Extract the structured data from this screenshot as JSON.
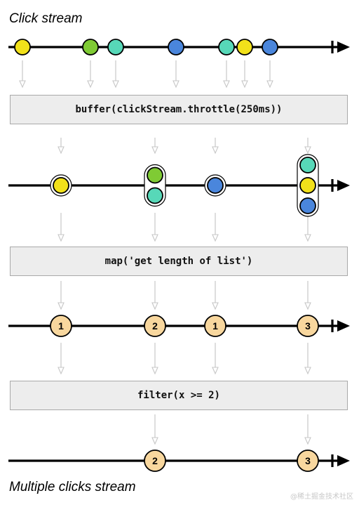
{
  "titles": {
    "top": "Click stream",
    "bottom": "Multiple clicks stream"
  },
  "operators": [
    "buffer(clickStream.throttle(250ms))",
    "map('get length of list')",
    "filter(x >= 2)"
  ],
  "watermark": "@稀土掘金技术社区",
  "colors": {
    "yellow": "#f2e11a",
    "green": "#7fcb34",
    "teal": "#57d8b8",
    "blue": "#4a86dc",
    "count": "#f8d79e",
    "arrow": "#c7c7c7",
    "line": "#000000"
  },
  "streams": {
    "clicks": [
      {
        "t": 32,
        "color": "yellow"
      },
      {
        "t": 129,
        "color": "green"
      },
      {
        "t": 165,
        "color": "teal"
      },
      {
        "t": 251,
        "color": "blue"
      },
      {
        "t": 323,
        "color": "teal"
      },
      {
        "t": 349,
        "color": "yellow"
      },
      {
        "t": 385,
        "color": "blue"
      }
    ],
    "buffered": [
      {
        "t": 87,
        "items": [
          "yellow"
        ]
      },
      {
        "t": 221,
        "items": [
          "green",
          "teal"
        ]
      },
      {
        "t": 307,
        "items": [
          "blue"
        ]
      },
      {
        "t": 439,
        "items": [
          "teal",
          "yellow",
          "blue"
        ]
      }
    ],
    "lengths": [
      {
        "t": 87,
        "value": "1"
      },
      {
        "t": 221,
        "value": "2"
      },
      {
        "t": 307,
        "value": "1"
      },
      {
        "t": 439,
        "value": "3"
      }
    ],
    "filtered": [
      {
        "t": 221,
        "value": "2"
      },
      {
        "t": 439,
        "value": "3"
      }
    ]
  }
}
